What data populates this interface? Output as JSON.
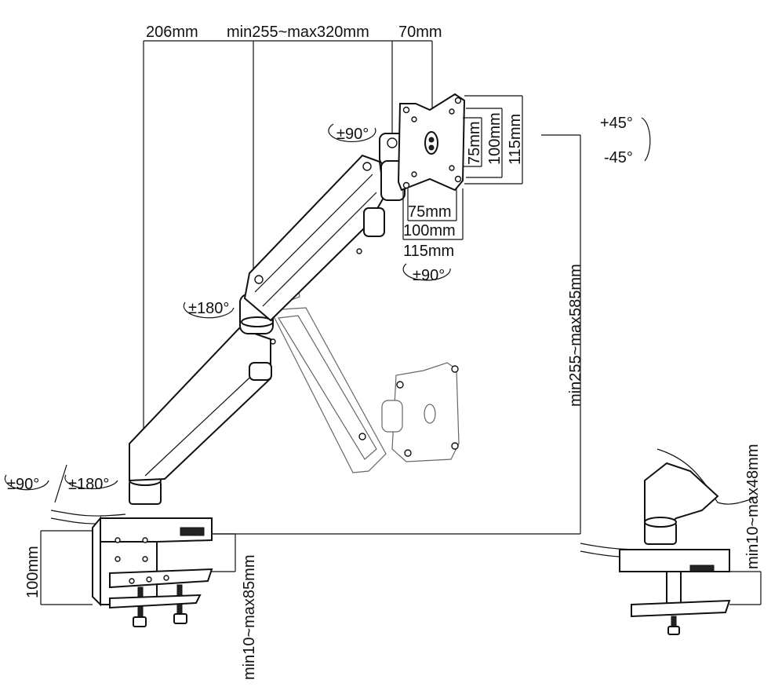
{
  "top_dimensions": {
    "arm_base_to_elbow": "206mm",
    "arm_span": "min255~max320mm",
    "head_offset": "70mm"
  },
  "vesa": {
    "vertical": [
      "75mm",
      "100mm",
      "115mm"
    ],
    "horizontal": [
      "75mm",
      "100mm",
      "115mm"
    ]
  },
  "rotation_labels": {
    "head_swivel": "±90°",
    "screen_rotation": "±90°",
    "elbow": "±180°",
    "base_swivel": "±90°",
    "base_rotation": "±180°",
    "tilt_up": "+45°",
    "tilt_down": "-45°"
  },
  "height_dimension": "min255~max585mm",
  "clamp": {
    "clamp_height": "100mm",
    "desk_thickness": "min10~max85mm",
    "grommet_thickness": "min10~max48mm"
  }
}
